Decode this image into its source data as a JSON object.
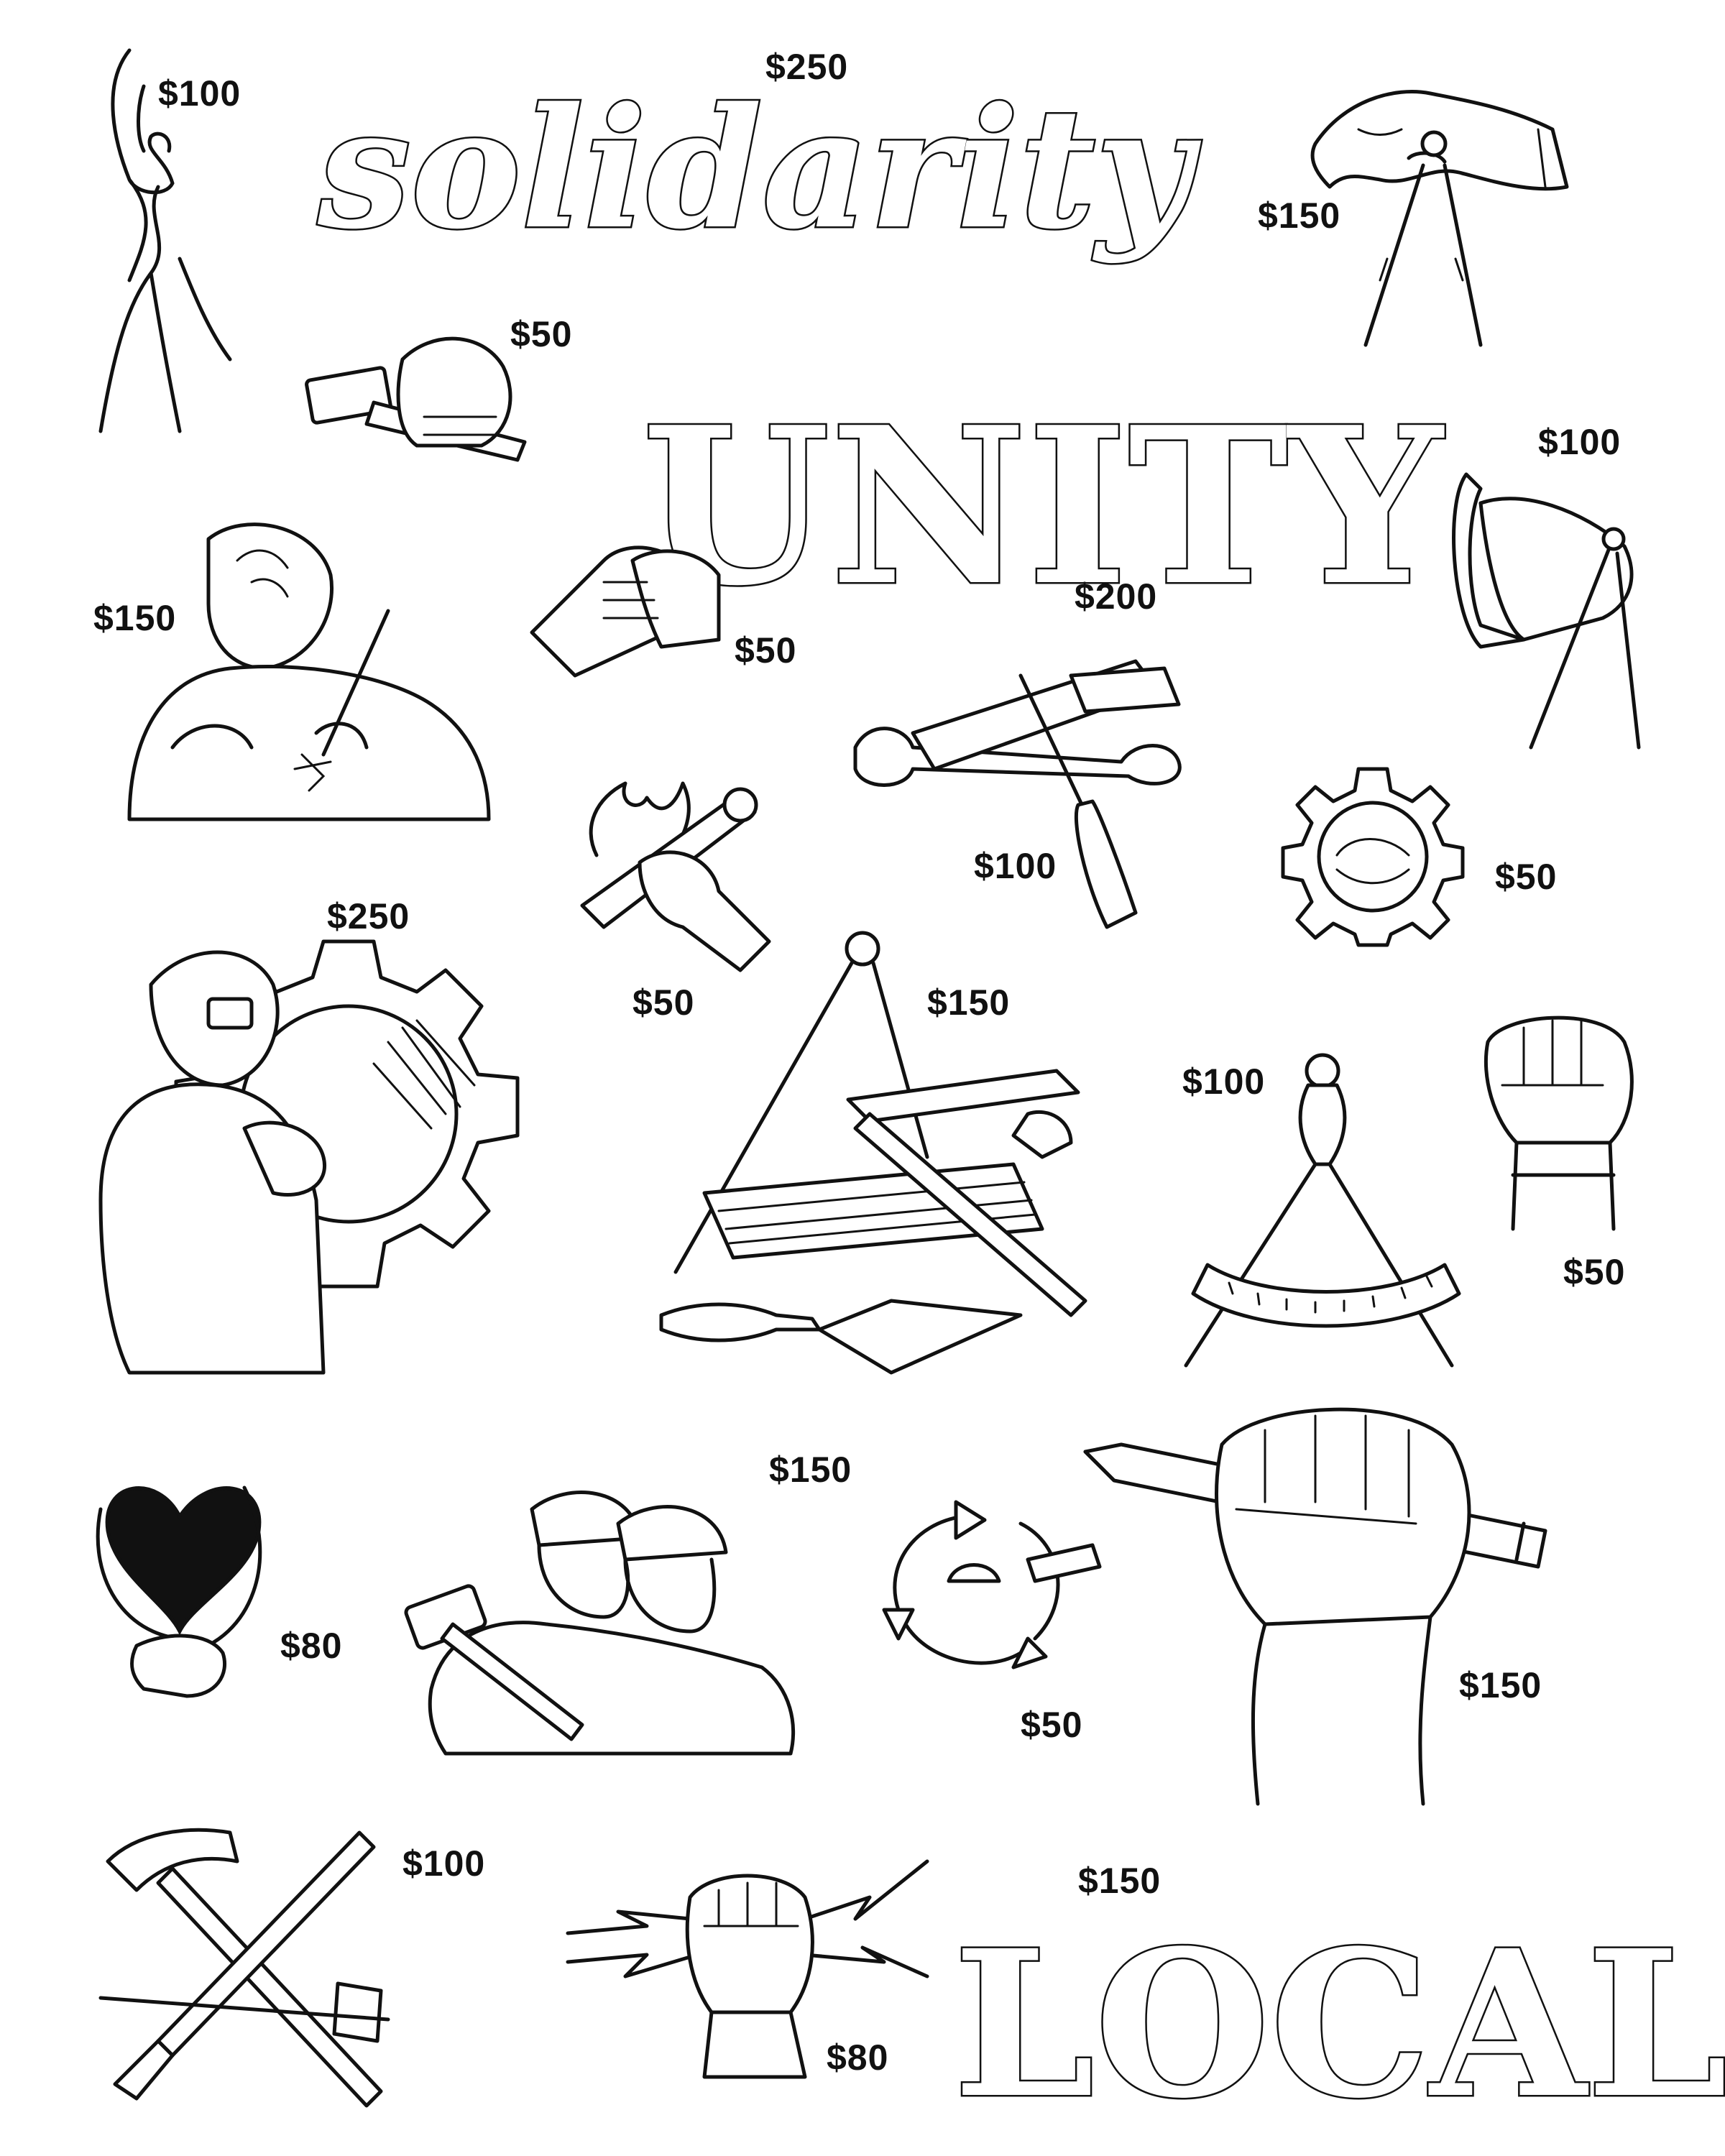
{
  "flashes": [
    {
      "id": "dancer-figure",
      "price": "$100"
    },
    {
      "id": "solidarity-lettering",
      "text": "solidarity",
      "price": "$250"
    },
    {
      "id": "hand-compass-top",
      "price": "$150"
    },
    {
      "id": "hammer-fist",
      "price": "$50"
    },
    {
      "id": "unity-lettering",
      "text": "UNITY",
      "price": "$200"
    },
    {
      "id": "hand-compass-right",
      "price": "$100"
    },
    {
      "id": "welder-small",
      "price": "$150"
    },
    {
      "id": "handshake",
      "price": "$50"
    },
    {
      "id": "wrench-screwdriver-hammer",
      "price": "$100"
    },
    {
      "id": "flaming-wrench-hand",
      "price": "$50"
    },
    {
      "id": "gear-clasped-hands",
      "price": "$50"
    },
    {
      "id": "welder-gear",
      "price": "$250"
    },
    {
      "id": "compass-book-tools",
      "price": "$150"
    },
    {
      "id": "compass-protractor",
      "price": "$100"
    },
    {
      "id": "raised-fist",
      "price": "$50"
    },
    {
      "id": "heart-hand",
      "price": "$80"
    },
    {
      "id": "workers-helmets",
      "price": "$150"
    },
    {
      "id": "circle-arrows-tools",
      "price": "$50"
    },
    {
      "id": "fist-pencil",
      "price": "$150"
    },
    {
      "id": "crossed-hammer-chisel",
      "price": "$100"
    },
    {
      "id": "lightning-fist",
      "price": "$80"
    },
    {
      "id": "local-lettering",
      "text": "LOCAL",
      "price": "$150"
    }
  ]
}
